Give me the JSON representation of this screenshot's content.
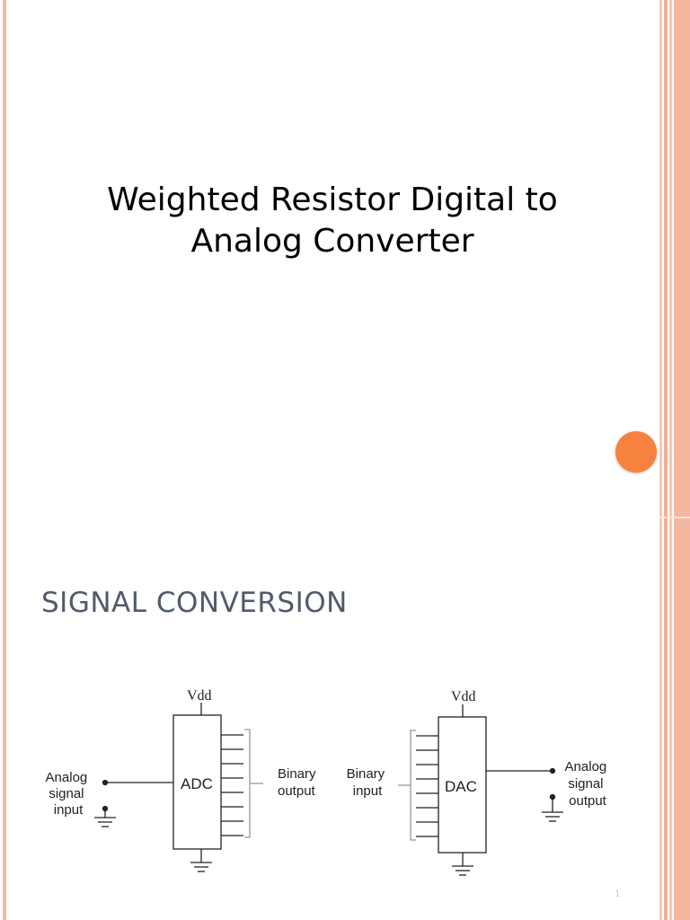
{
  "slide": {
    "title_line1": "Weighted Resistor Digital to",
    "title_line2": "Analog Converter",
    "section_heading": "SIGNAL CONVERSION",
    "page_number": "1"
  },
  "diagram": {
    "adc": {
      "supply_label": "Vdd",
      "block_label": "ADC",
      "input_label": [
        "Analog",
        "signal",
        "input"
      ],
      "output_label": [
        "Binary",
        "output"
      ]
    },
    "dac": {
      "supply_label": "Vdd",
      "block_label": "DAC",
      "input_label": [
        "Binary",
        "input"
      ],
      "output_label": [
        "Analog",
        "signal",
        "output"
      ]
    }
  },
  "colors": {
    "accent_dot": "#f5823e",
    "border": "#f4b8a0",
    "heading": "#4f5b6b"
  }
}
